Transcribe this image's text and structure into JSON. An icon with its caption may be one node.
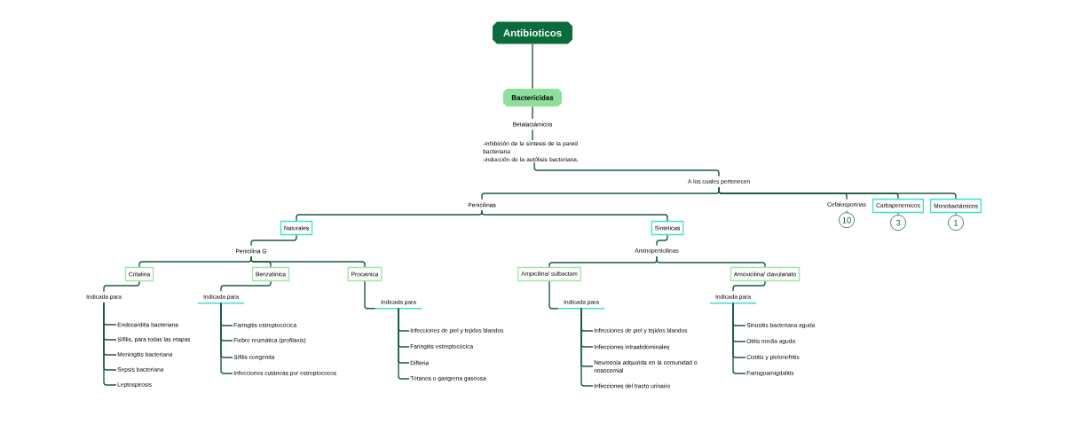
{
  "diagram": {
    "nodes": [
      {
        "text": [
          "Antibioticos"
        ]
      },
      {
        "text": [
          "Bactericidas"
        ]
      },
      {
        "text": [
          "Betalactámicos"
        ]
      },
      {
        "text": [
          "-inhibición de la síntesis de la pared bacteriana",
          "-inducción de la autólisis bacteriana."
        ]
      },
      {
        "text": [
          "A los cuales pertenecen"
        ]
      },
      {
        "text": [
          "Penicilinas"
        ]
      },
      {
        "text": [
          "Cefalosporinas"
        ],
        "beside": [
          "10"
        ]
      },
      {
        "text": [
          "Carbapenemicos"
        ],
        "beside": [
          "3"
        ]
      },
      {
        "text": [
          "Monobactámicos"
        ],
        "beside": [
          "1"
        ]
      },
      {
        "text": [
          "Naturales"
        ]
      },
      {
        "text": [
          "Sinteticas"
        ]
      },
      {
        "text": [
          "Penicilina G"
        ]
      },
      {
        "text": [
          "Critalina"
        ]
      },
      {
        "text": [
          "Benzatinica"
        ]
      },
      {
        "text": [
          "Procainica"
        ]
      },
      {
        "text": [
          "Indicada para"
        ]
      },
      {
        "text": [
          "Endocarditis bacteriana"
        ]
      },
      {
        "text": [
          "Sífilis, para todas las etapas"
        ]
      },
      {
        "text": [
          "Meningitis bacteriana"
        ]
      },
      {
        "text": [
          "Sepsis bacteriana"
        ]
      },
      {
        "text": [
          "Leptospirosis"
        ]
      },
      {
        "text": [
          "Indicada para"
        ]
      },
      {
        "text": [
          "Faringitis estreptocócica"
        ]
      },
      {
        "text": [
          "Fiebre reumática (profilaxis)"
        ]
      },
      {
        "text": [
          "Sífilis congénita"
        ]
      },
      {
        "text": [
          "Infecciones cutáneas por estreptococos"
        ]
      },
      {
        "text": [
          "Indicada para"
        ]
      },
      {
        "text": [
          "Infecciones de piel y tejidos blandos"
        ]
      },
      {
        "text": [
          "Faringitis estreptocócica"
        ]
      },
      {
        "text": [
          "Difteria"
        ]
      },
      {
        "text": [
          "Tétanos o gangrena gaseosa"
        ]
      },
      {
        "text": [
          "Aminopenicilinas"
        ]
      },
      {
        "text": [
          "Ampicilina/ sulbactam"
        ]
      },
      {
        "text": [
          "Amoxicilina/ clavulanato"
        ]
      },
      {
        "text": [
          "Indicada para"
        ]
      },
      {
        "text": [
          "Infecciones de piel y tejidos blandos"
        ]
      },
      {
        "text": [
          "Infecciones intraabdominales"
        ]
      },
      {
        "text": [
          "Neumonía adquirida en la comunidad o nosocomial"
        ]
      },
      {
        "text": [
          "Infecciones del tracto urinario"
        ]
      },
      {
        "text": [
          "Indicada para"
        ]
      },
      {
        "text": [
          "Sinusitis bacteriana aguda"
        ]
      },
      {
        "text": [
          "Otitis media aguda"
        ]
      },
      {
        "text": [
          "Cistitis y pielonefritis"
        ]
      },
      {
        "text": [
          "Faringoamigdalitis"
        ]
      }
    ],
    "edges": [
      {
        "from": 0,
        "to": 1,
        "arrow": "none"
      },
      {
        "from": 1,
        "to": 2,
        "arrow": "none"
      },
      {
        "from": 2,
        "to": 3,
        "arrow": "none"
      },
      {
        "from": 3,
        "to": 4,
        "arrow": "none"
      },
      {
        "from": 4,
        "to": 5,
        "arrow": "none"
      },
      {
        "from": 4,
        "to": 6,
        "arrow": "none"
      },
      {
        "from": 4,
        "to": 7,
        "arrow": "none"
      },
      {
        "from": 4,
        "to": 8,
        "arrow": "none"
      },
      {
        "from": 5,
        "to": 9,
        "arrow": "none"
      },
      {
        "from": 5,
        "to": 10,
        "arrow": "none"
      },
      {
        "from": 9,
        "to": 11,
        "arrow": "none"
      },
      {
        "from": 11,
        "to": 12,
        "arrow": "none"
      },
      {
        "from": 11,
        "to": 13,
        "arrow": "none"
      },
      {
        "from": 11,
        "to": 14,
        "arrow": "none"
      },
      {
        "from": 12,
        "to": 15,
        "arrow": "none"
      },
      {
        "from": 15,
        "to": 16,
        "arrow": "none"
      },
      {
        "from": 15,
        "to": 17,
        "arrow": "none"
      },
      {
        "from": 15,
        "to": 18,
        "arrow": "none"
      },
      {
        "from": 15,
        "to": 19,
        "arrow": "none"
      },
      {
        "from": 15,
        "to": 20,
        "arrow": "none"
      },
      {
        "from": 13,
        "to": 21,
        "arrow": "none"
      },
      {
        "from": 21,
        "to": 22,
        "arrow": "none"
      },
      {
        "from": 21,
        "to": 23,
        "arrow": "none"
      },
      {
        "from": 21,
        "to": 24,
        "arrow": "none"
      },
      {
        "from": 21,
        "to": 25,
        "arrow": "none"
      },
      {
        "from": 14,
        "to": 26,
        "arrow": "none"
      },
      {
        "from": 26,
        "to": 27,
        "arrow": "none"
      },
      {
        "from": 26,
        "to": 28,
        "arrow": "none"
      },
      {
        "from": 26,
        "to": 29,
        "arrow": "none"
      },
      {
        "from": 26,
        "to": 30,
        "arrow": "none"
      },
      {
        "from": 10,
        "to": 31,
        "arrow": "none"
      },
      {
        "from": 31,
        "to": 32,
        "arrow": "none"
      },
      {
        "from": 31,
        "to": 33,
        "arrow": "none"
      },
      {
        "from": 32,
        "to": 34,
        "arrow": "none"
      },
      {
        "from": 34,
        "to": 35,
        "arrow": "none"
      },
      {
        "from": 34,
        "to": 36,
        "arrow": "none"
      },
      {
        "from": 34,
        "to": 37,
        "arrow": "none"
      },
      {
        "from": 34,
        "to": 38,
        "arrow": "none"
      },
      {
        "from": 33,
        "to": 39,
        "arrow": "none"
      },
      {
        "from": 39,
        "to": 40,
        "arrow": "none"
      },
      {
        "from": 39,
        "to": 41,
        "arrow": "none"
      },
      {
        "from": 39,
        "to": 42,
        "arrow": "none"
      },
      {
        "from": 39,
        "to": 43,
        "arrow": "none"
      }
    ]
  }
}
